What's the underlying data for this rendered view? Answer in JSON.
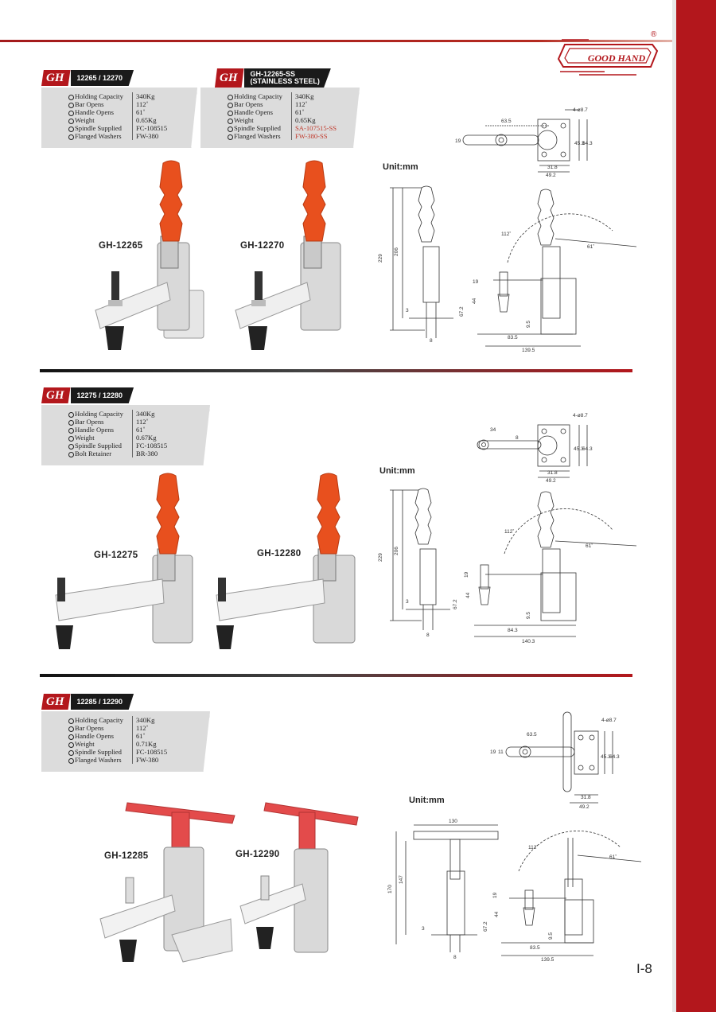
{
  "brand": {
    "logo_text": "GOOD HAND",
    "registered": "®",
    "badge_text": "GH"
  },
  "page_number": "I-8",
  "unit_label": "Unit:mm",
  "sections": [
    {
      "code": "12265 / 12270",
      "labels": [
        "Holding Capacity",
        "Bar Opens",
        "Handle Opens",
        "Weight",
        "Spindle Supplied",
        "Flanged Washers"
      ],
      "values": [
        "340Kg",
        "112˚",
        "61˚",
        "0.65Kg",
        "FC-108515",
        "FW-380"
      ],
      "stainless": {
        "code_line1": "GH-12265-SS",
        "code_line2": "(STAINLESS STEEL)",
        "labels": [
          "Holding Capacity",
          "Bar Opens",
          "Handle Opens",
          "Weight",
          "Spindle Supplied",
          "Flanged Washers"
        ],
        "values": [
          "340Kg",
          "112˚",
          "61˚",
          "0.65Kg",
          "SA-107515-SS",
          "FW-380-SS"
        ]
      },
      "models": [
        "GH-12265",
        "GH-12270"
      ],
      "dims": {
        "top": [
          "4-ø8.7",
          "63.5",
          "19",
          "45.3",
          "64.3",
          "31.8",
          "49.2"
        ],
        "side": [
          "229",
          "206",
          "3",
          "8",
          "112˚",
          "61˚",
          "19",
          "67.2",
          "44",
          "9.5",
          "83.5",
          "139.5"
        ]
      }
    },
    {
      "code": "12275 / 12280",
      "labels": [
        "Holding Capacity",
        "Bar Opens",
        "Handle Opens",
        "Weight",
        "Spindle Supplied",
        "Bolt Retainer"
      ],
      "values": [
        "340Kg",
        "112˚",
        "61˚",
        "0.67Kg",
        "FC-108515",
        "BR-380"
      ],
      "models": [
        "GH-12275",
        "GH-12280"
      ],
      "dims": {
        "top": [
          "4-ø8.7",
          "34",
          "8",
          "45.3",
          "64.3",
          "31.8",
          "49.2"
        ],
        "side": [
          "229",
          "206",
          "3",
          "8",
          "112˚",
          "61˚",
          "19",
          "67.2",
          "44",
          "9.5",
          "84.3",
          "140.3"
        ]
      }
    },
    {
      "code": "12285 / 12290",
      "labels": [
        "Holding Capacity",
        "Bar Opens",
        "Handle Opens",
        "Weight",
        "Spindle Supplied",
        "Flanged Washers"
      ],
      "values": [
        "340Kg",
        "112˚",
        "61˚",
        "0.71Kg",
        "FC-108515",
        "FW-380"
      ],
      "models": [
        "GH-12285",
        "GH-12290"
      ],
      "dims": {
        "top": [
          "4-ø8.7",
          "63.5",
          "19",
          "11",
          "45.3",
          "64.3",
          "31.8",
          "49.2"
        ],
        "side": [
          "130",
          "170",
          "147",
          "3",
          "8",
          "112˚",
          "61˚",
          "19",
          "67.2",
          "44",
          "9.5",
          "83.5",
          "139.5"
        ]
      }
    }
  ],
  "colors": {
    "brand_red": "#b3171c",
    "handle_orange": "#e8501e",
    "tbar_red": "#e34b4b",
    "spec_red": "#c0392b"
  }
}
